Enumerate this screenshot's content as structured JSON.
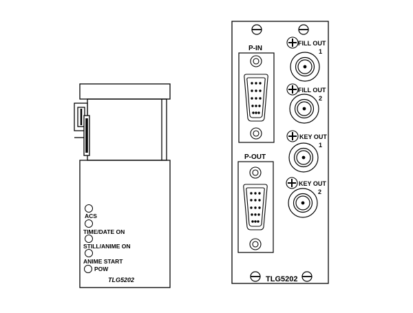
{
  "left_module": {
    "model": "TLG5202",
    "indicators": [
      {
        "label": "ACS"
      },
      {
        "label": "TIME/DATE ON"
      },
      {
        "label": "STILL/ANIME ON"
      },
      {
        "label": "ANIME START"
      },
      {
        "label": "POW"
      }
    ]
  },
  "right_panel": {
    "model": "TLG5202",
    "p_in_label": "P-IN",
    "p_out_label": "P-OUT",
    "bnc_connectors": [
      {
        "label_line1": "FILL OUT",
        "label_line2": "1"
      },
      {
        "label_line1": "FILL OUT",
        "label_line2": "2"
      },
      {
        "label_line1": "KEY OUT",
        "label_line2": "1"
      },
      {
        "label_line1": "KEY OUT",
        "label_line2": "2"
      }
    ]
  },
  "colors": {
    "line": "#000000",
    "background": "#ffffff"
  }
}
